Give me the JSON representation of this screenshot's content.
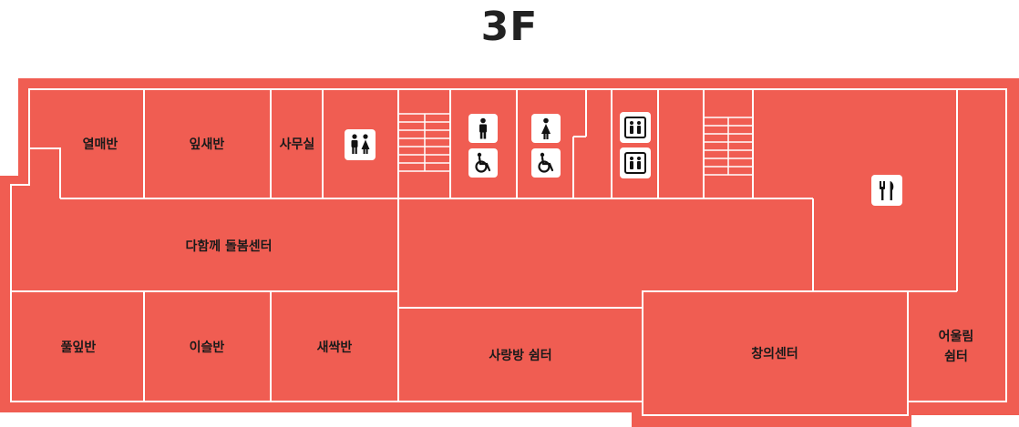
{
  "floor": {
    "title": "3F"
  },
  "colors": {
    "floor": "#f05d52",
    "wall": "#ffffff",
    "icon": "#111111"
  },
  "rooms": {
    "yeolmae": "열매반",
    "ipsae": "잎새반",
    "office": "사무실",
    "center": "다함께 돌봄센터",
    "pullip": "풀잎반",
    "iseul": "이슬반",
    "saessak": "새싹반",
    "sarangbang": "사랑방 쉼터",
    "changui": "창의센터",
    "eoullim_line1": "어울림",
    "eoullim_line2": "쉼터"
  },
  "icons": {
    "restroom": "restroom-icon",
    "male": "male-restroom-icon",
    "female": "female-restroom-icon",
    "accessible": "wheelchair-icon",
    "elevator": "elevator-icon",
    "restaurant": "restaurant-icon"
  }
}
